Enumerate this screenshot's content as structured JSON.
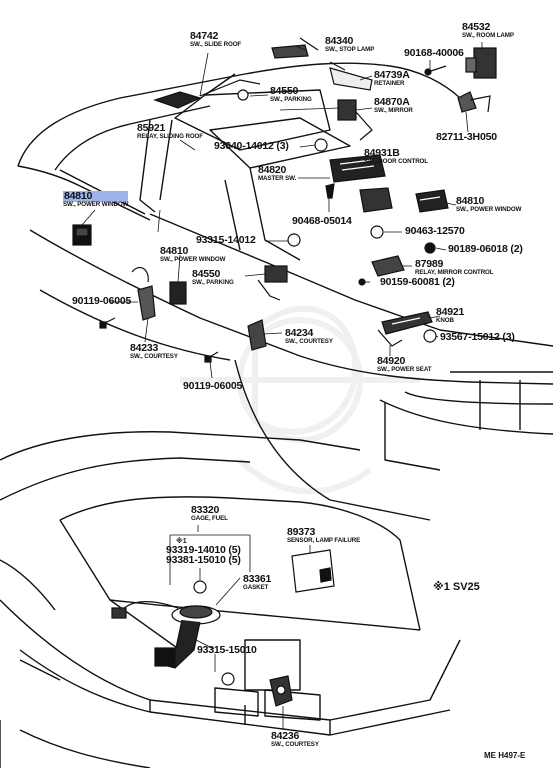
{
  "labels": [
    {
      "id": "p84742",
      "num": "84742",
      "desc": "SW., SLIDE ROOF"
    },
    {
      "id": "p84340",
      "num": "84340",
      "desc": "SW., STOP LAMP"
    },
    {
      "id": "p84532",
      "num": "84532",
      "desc": "SW., ROOM LAMP"
    },
    {
      "id": "p90168",
      "num": "90168-40006",
      "desc": ""
    },
    {
      "id": "p84739A",
      "num": "84739A",
      "desc": "RETAINER"
    },
    {
      "id": "p84550a",
      "num": "84550",
      "desc": "SW., PARKING"
    },
    {
      "id": "p84870A",
      "num": "84870A",
      "desc": "SW., MIRROR"
    },
    {
      "id": "p85921",
      "num": "85921",
      "desc": "RELAY, SLIDING ROOF"
    },
    {
      "id": "p82711",
      "num": "82711-3H050",
      "desc": ""
    },
    {
      "id": "p93640",
      "num": "93640-14012 (3)",
      "desc": ""
    },
    {
      "id": "p84931B",
      "num": "84931B",
      "desc": "SW., DOOR CONTROL"
    },
    {
      "id": "p84820",
      "num": "84820",
      "desc": "MASTER SW."
    },
    {
      "id": "p84810a",
      "num": "84810",
      "desc": "SW., POWER WINDOW"
    },
    {
      "id": "p84810b",
      "num": "84810",
      "desc": "SW., POWER WINDOW"
    },
    {
      "id": "p90468",
      "num": "90468-05014",
      "desc": ""
    },
    {
      "id": "p90463",
      "num": "90463-12570",
      "desc": ""
    },
    {
      "id": "p93315a",
      "num": "93315-14012",
      "desc": ""
    },
    {
      "id": "p84810c",
      "num": "84810",
      "desc": "SW., POWER WINDOW"
    },
    {
      "id": "p90189",
      "num": "90189-06018 (2)",
      "desc": ""
    },
    {
      "id": "p87989",
      "num": "87989",
      "desc": "RELAY, MIRROR CONTROL"
    },
    {
      "id": "p84550b",
      "num": "84550",
      "desc": "SW., PARKING"
    },
    {
      "id": "p90159",
      "num": "90159-60081 (2)",
      "desc": ""
    },
    {
      "id": "p90119a",
      "num": "90119-06005",
      "desc": ""
    },
    {
      "id": "p84921",
      "num": "84921",
      "desc": "KNOB"
    },
    {
      "id": "p84234",
      "num": "84234",
      "desc": "SW., COURTESY"
    },
    {
      "id": "p93567",
      "num": "93567-15012 (3)",
      "desc": ""
    },
    {
      "id": "p84233",
      "num": "84233",
      "desc": "SW., COURTESY"
    },
    {
      "id": "p84920",
      "num": "84920",
      "desc": "SW., POWER SEAT"
    },
    {
      "id": "p90119b",
      "num": "90119-06005",
      "desc": ""
    },
    {
      "id": "p83320",
      "num": "83320",
      "desc": "GAGE, FUEL"
    },
    {
      "id": "p89373",
      "num": "89373",
      "desc": "SENSOR, LAMP FAILURE"
    },
    {
      "id": "p93319",
      "num": "93319-14010 (5)",
      "desc": ""
    },
    {
      "id": "p93381",
      "num": "93381-15010 (5)",
      "desc": ""
    },
    {
      "id": "p83361",
      "num": "83361",
      "desc": "GASKET"
    },
    {
      "id": "p93315b",
      "num": "93315-15010",
      "desc": ""
    },
    {
      "id": "p84236",
      "num": "84236",
      "desc": "SW., COURTESY"
    }
  ],
  "note_mark": "※1",
  "note_code": "※1 SV25",
  "footer_code": "ME H497-E"
}
